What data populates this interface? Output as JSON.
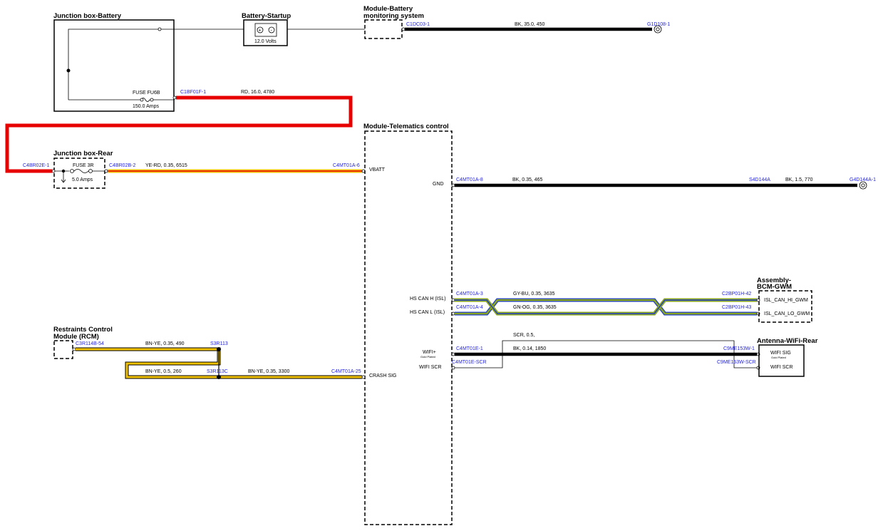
{
  "components": {
    "jb_battery": "Junction box-Battery",
    "battery_startup": "Battery-Startup",
    "module_bms_line1": "Module-Battery",
    "module_bms_line2": "monitoring system",
    "telematics": "Module-Telematics control",
    "jb_rear": "Junction box-Rear",
    "rcm_line1": "Restraints Control",
    "rcm_line2": "Module (RCM)",
    "bcm_line1": "Assembly-",
    "bcm_line2": "BCM-GWM",
    "antenna": "Antenna-WiFi-Rear"
  },
  "fuses": {
    "fuse_f06b": "FUSE FU6B",
    "fuse_f06b_rating": "150.0 Amps",
    "fuse_3r": "FUSE 3R",
    "fuse_3r_rating": "5.0 Amps",
    "battery_voltage": "12.0 Volts"
  },
  "connectors": {
    "c1dc03": "C1DC03-1",
    "g1d108": "G1D108-1",
    "c1bf01f": "C1BF01F-1",
    "c4br02e": "C4BR02E-1",
    "c4br02b": "C4BR02B-2",
    "c4mt01a6": "C4MT01A-6",
    "c4mt01a8": "C4MT01A-8",
    "s4d144a": "S4D144A",
    "g4d144a": "G4D144A-1",
    "c4mt01a3": "C4MT01A-3",
    "c4mt01a4": "C4MT01A-4",
    "c2bp01h42": "C2BP01H-42",
    "c2bp01h43": "C2BP01H-43",
    "c3r114b": "C3R114B-54",
    "s3r113": "S3R113",
    "s3r113c": "S3R113C",
    "c4mt01a25": "C4MT01A-25",
    "c4mt01e1": "C4MT01E-1",
    "c4mt01escr": "C4MT01E-SCR",
    "c9me153w1": "C9ME153W-1",
    "c9me153wscr": "C9ME153W-SCR"
  },
  "wires": {
    "bk_battery": "BK,  35.0,  450",
    "rd_main": "RD,  16.0,  4780",
    "ye_rd": "YE-RD,  0.35,  6515",
    "bk_gnd": "BK,  0.35,  465",
    "bk_gnd2": "BK,  1.5,  770",
    "gy_bu": "GY-BU,  0.35,  3635",
    "gn_og": "GN-OG,  0.35,  3635",
    "bn_ye_490": "BN-YE,  0.35,  490",
    "bn_ye_260": "BN-YE,  0.5,  260",
    "bn_ye_3300": "BN-YE,  0.35,  3300",
    "scr": "SCR,  0.5,",
    "bk_wifi": "BK,  0.14,  1850"
  },
  "pins": {
    "vbatt": "VBATT",
    "gnd": "GND",
    "hs_can_h": "HS CAN H (ISL)",
    "hs_can_l": "HS CAN L (ISL)",
    "wifi_plus": "WIFI+",
    "gold_plated": "Gold Plated",
    "wifi_scr": "WIFI SCR",
    "crash_sig": "CRASH SIG",
    "isl_can_hi": "ISL_CAN_HI_GWM",
    "isl_can_lo": "ISL_CAN_LO_GWM",
    "wifi_sig": "WIFI SIG",
    "gold_plated_ant": "Gold Plated",
    "wifi_scr_ant": "WIFI SCR"
  },
  "colors": {
    "red_wire": "#e60000",
    "yellow_wire": "#f2c200",
    "connector_text": "#2323e0",
    "can_green": "#8aa51e",
    "can_blue": "#1e3cc8"
  }
}
